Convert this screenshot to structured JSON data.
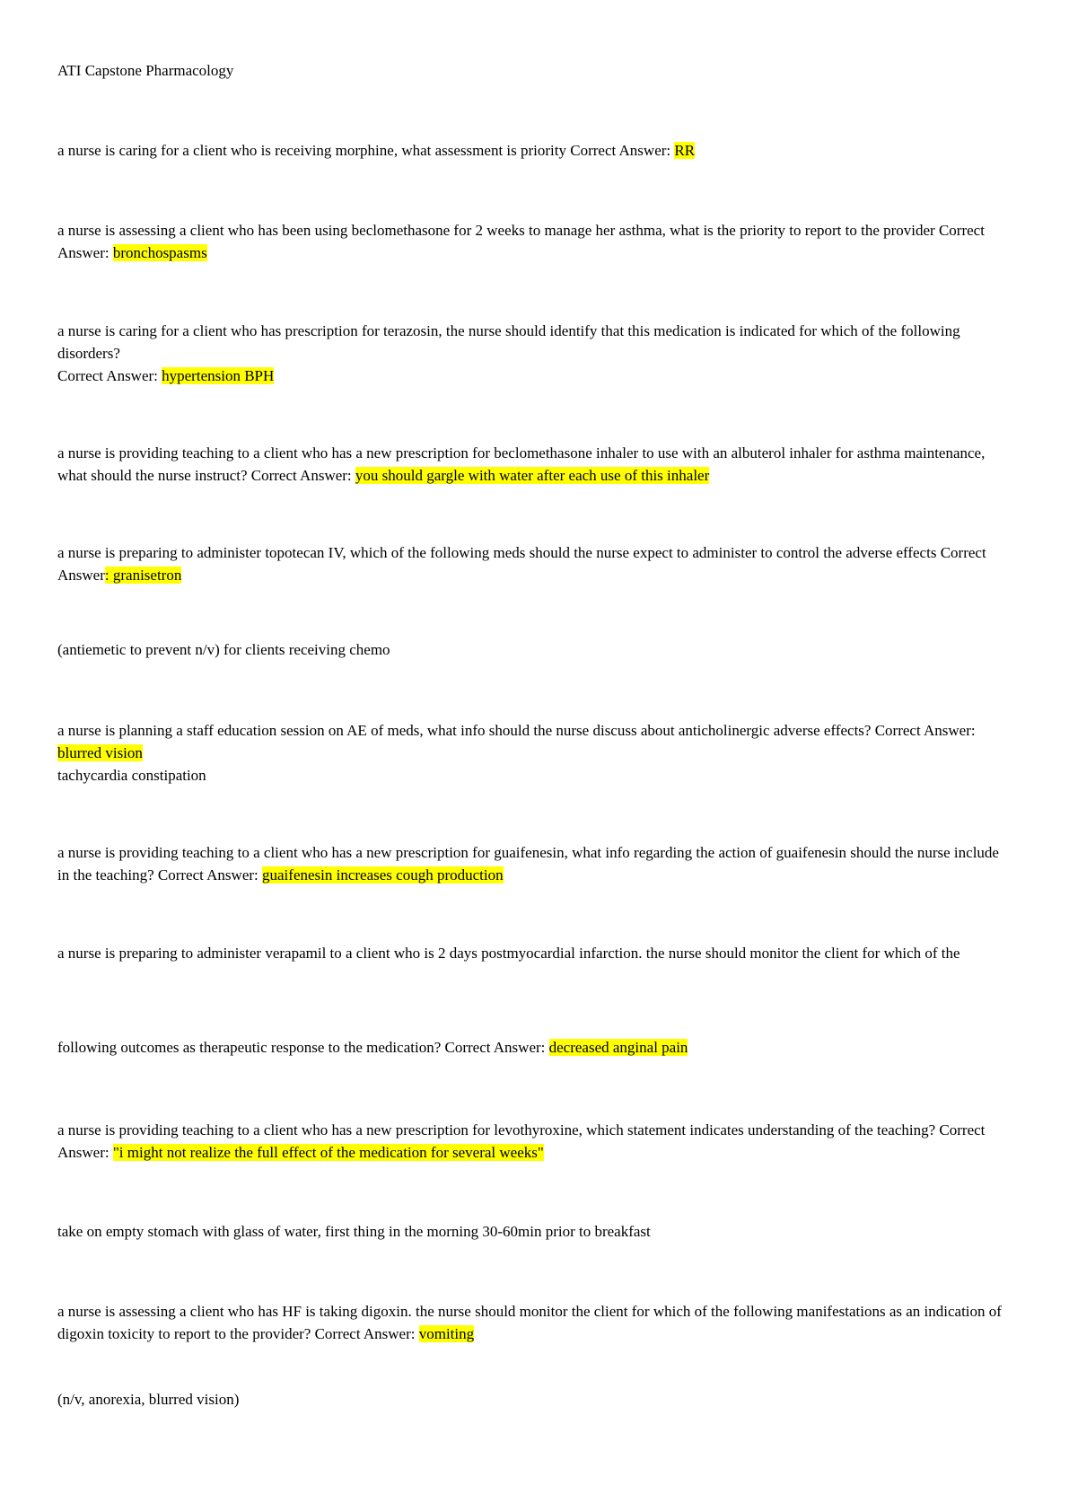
{
  "page": {
    "background_color": "#ffffff",
    "text_color": "#000000",
    "highlight_color": "#ffff00"
  },
  "document": {
    "title": "ATI Capstone Pharmacology",
    "blocks": [
      {
        "segments": [
          {
            "text": "a nurse is caring for a client who is receiving morphine, what assessment is priority Correct Answer: ",
            "highlight": false
          },
          {
            "text": "RR",
            "highlight": true
          }
        ]
      },
      {
        "segments": [
          {
            "text": "a nurse is assessing a client who has been using beclomethasone for 2 weeks to manage her asthma, what is the priority to report to the provider Correct Answer: ",
            "highlight": false
          },
          {
            "text": "bronchospasms",
            "highlight": true
          }
        ]
      },
      {
        "segments": [
          {
            "text": "a nurse is caring for a client who has prescription for terazosin, the nurse should identify that this medication is indicated for which of the following disorders?",
            "highlight": false,
            "break_after": true
          },
          {
            "text": "Correct Answer: ",
            "highlight": false
          },
          {
            "text": "hypertension BPH",
            "highlight": true
          }
        ]
      },
      {
        "segments": [
          {
            "text": "a nurse is providing teaching to a client who has a new prescription for beclomethasone inhaler to use with an albuterol inhaler for asthma maintenance, what should the nurse instruct? Correct Answer: ",
            "highlight": false
          },
          {
            "text": "you should gargle with water after each use of this inhaler",
            "highlight": true
          }
        ]
      },
      {
        "segments": [
          {
            "text": "a nurse is preparing to administer topotecan IV, which of the following meds should the nurse expect to administer to control the adverse effects Correct Answer",
            "highlight": false
          },
          {
            "text": ": granisetron",
            "highlight": true
          }
        ]
      },
      {
        "segments": [
          {
            "text": "(antiemetic to prevent n/v) for clients receiving chemo",
            "highlight": false
          }
        ]
      },
      {
        "segments": [
          {
            "text": "a nurse is planning a staff education session on AE of meds, what info should the nurse discuss about anticholinergic adverse effects? Correct Answer: ",
            "highlight": false
          },
          {
            "text": "blurred vision",
            "highlight": true,
            "break_after": true
          },
          {
            "text": "tachycardia constipation",
            "highlight": false
          }
        ]
      },
      {
        "segments": [
          {
            "text": "a nurse is providing teaching to a client who has a new prescription for guaifenesin, what info regarding the action of guaifenesin should the nurse include in the teaching? Correct Answer: ",
            "highlight": false
          },
          {
            "text": "guaifenesin increases cough production",
            "highlight": true
          }
        ]
      },
      {
        "segments": [
          {
            "text": "a nurse is preparing to administer verapamil to a client who is 2 days postmyocardial infarction. the nurse should monitor the client for which of the",
            "highlight": false
          }
        ]
      },
      {
        "segments": [
          {
            "text": "following outcomes as therapeutic response to the medication? Correct Answer: ",
            "highlight": false
          },
          {
            "text": "decreased anginal pain",
            "highlight": true
          }
        ]
      },
      {
        "segments": [
          {
            "text": "a nurse is providing teaching to a client who has a new prescription for levothyroxine, which statement indicates understanding of the teaching? Correct Answer: ",
            "highlight": false
          },
          {
            "text": "\"i might not realize the full effect of the medication for several weeks\"",
            "highlight": true
          }
        ]
      },
      {
        "segments": [
          {
            "text": "take on empty stomach with glass of water, first thing in the morning 30-60min prior to breakfast",
            "highlight": false
          }
        ]
      },
      {
        "segments": [
          {
            "text": "a nurse is assessing a client who has HF is taking digoxin. the nurse should monitor the client for which of the following manifestations as an indication of digoxin toxicity to report to the provider? Correct Answer: ",
            "highlight": false
          },
          {
            "text": "vomiting",
            "highlight": true
          }
        ]
      },
      {
        "segments": [
          {
            "text": "(n/v, anorexia, blurred vision)",
            "highlight": false
          }
        ]
      }
    ]
  }
}
